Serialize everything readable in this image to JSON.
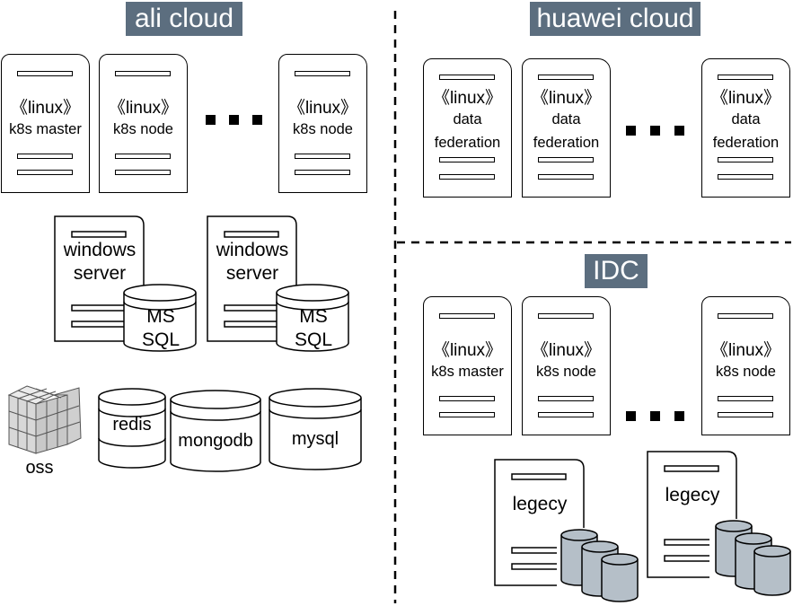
{
  "regions": {
    "ali": {
      "title": "ali cloud"
    },
    "huawei": {
      "title": "huawei cloud"
    },
    "idc": {
      "title": "IDC"
    }
  },
  "ali_servers": [
    {
      "os": "《linux》",
      "role": "k8s master"
    },
    {
      "os": "《linux》",
      "role": "k8s node"
    },
    {
      "os": "《linux》",
      "role": "k8s node"
    }
  ],
  "ali_windows": [
    {
      "label": "windows server",
      "db": "MS SQL"
    },
    {
      "label": "windows server",
      "db": "MS SQL"
    }
  ],
  "ali_storage": {
    "oss": "oss",
    "redis": "redis",
    "mongodb": "mongodb",
    "mysql": "mysql"
  },
  "huawei_servers": [
    {
      "os": "《linux》",
      "role_line1": "data",
      "role_line2": "federation"
    },
    {
      "os": "《linux》",
      "role_line1": "data",
      "role_line2": "federation"
    },
    {
      "os": "《linux》",
      "role_line1": "data",
      "role_line2": "federation"
    }
  ],
  "idc_servers": [
    {
      "os": "《linux》",
      "role": "k8s master"
    },
    {
      "os": "《linux》",
      "role": "k8s node"
    },
    {
      "os": "《linux》",
      "role": "k8s node"
    }
  ],
  "idc_legacy": [
    {
      "label": "legecy"
    },
    {
      "label": "legecy"
    }
  ],
  "colors": {
    "title_bg": "#5c6e7f",
    "db_gray": "#b5bfc8",
    "line": "#000000"
  }
}
